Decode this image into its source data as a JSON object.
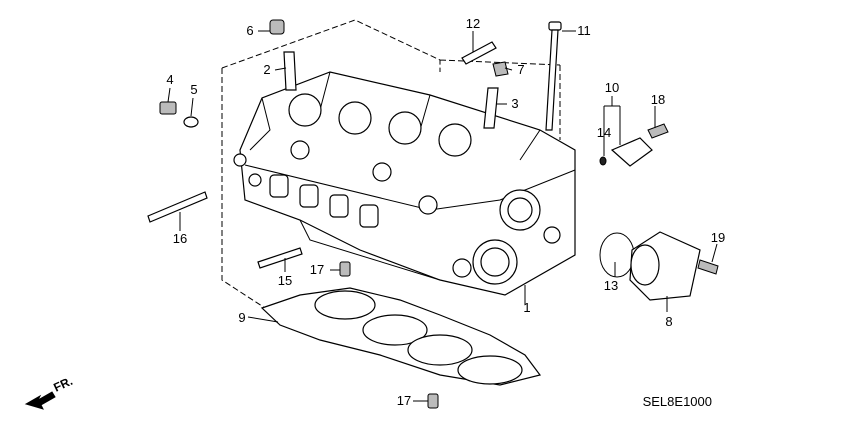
{
  "callouts": {
    "c1": "1",
    "c2": "2",
    "c3": "3",
    "c4": "4",
    "c5": "5",
    "c6": "6",
    "c7": "7",
    "c8": "8",
    "c9": "9",
    "c10": "10",
    "c11": "11",
    "c12": "12",
    "c13": "13",
    "c14": "14",
    "c15": "15",
    "c16": "16",
    "c17a": "17",
    "c17b": "17",
    "c18": "18",
    "c19": "19"
  },
  "front_arrow_label": "FR.",
  "diagram_code": "SEL8E1000"
}
